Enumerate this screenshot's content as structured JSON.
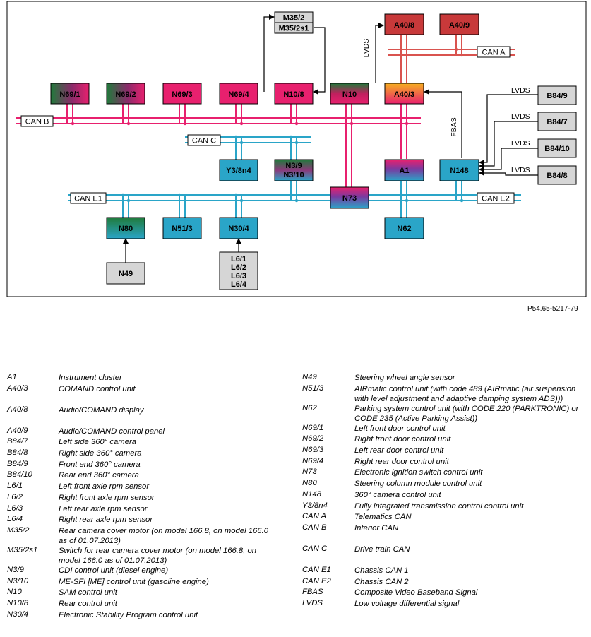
{
  "figure_id": "P54.65-5217-79",
  "colors": {
    "can_b": "#e8206e",
    "can_a": "#d9534f",
    "can_c": "#2aa5c8",
    "can_e": "#2aa5c8",
    "frame": "#000000"
  },
  "buses": {
    "can_a": "CAN A",
    "can_b": "CAN B",
    "can_c": "CAN C",
    "can_e1": "CAN E1",
    "can_e2": "CAN E2"
  },
  "signals": {
    "lvds_vertical": "LVDS",
    "fbas": "FBAS",
    "lvds_1": "LVDS",
    "lvds_2": "LVDS",
    "lvds_3": "LVDS",
    "lvds_4": "LVDS"
  },
  "nodes": {
    "n69_1": "N69/1",
    "n69_2": "N69/2",
    "n69_3": "N69/3",
    "n69_4": "N69/4",
    "n10_8": "N10/8",
    "n10": "N10",
    "a40_3": "A40/3",
    "a40_8": "A40/8",
    "a40_9": "A40/9",
    "m35_2": "M35/2",
    "m35_2s1": "M35/2s1",
    "y3_8n4": "Y3/8n4",
    "n3_9": "N3/9",
    "n3_10": "N3/10",
    "a1": "A1",
    "n148": "N148",
    "n73": "N73",
    "n80": "N80",
    "n51_3": "N51/3",
    "n30_4": "N30/4",
    "n62": "N62",
    "n49": "N49",
    "l6_1": "L6/1",
    "l6_2": "L6/2",
    "l6_3": "L6/3",
    "l6_4": "L6/4",
    "b84_9": "B84/9",
    "b84_7": "B84/7",
    "b84_10": "B84/10",
    "b84_8": "B84/8"
  },
  "legend": {
    "left": [
      {
        "code": "A1",
        "desc": "Instrument cluster"
      },
      {
        "code": "A40/3",
        "desc": "COMAND control unit",
        "gap": 30
      },
      {
        "code": "A40/8",
        "desc": "Audio/COMAND display",
        "gap": 30
      },
      {
        "code": "A40/9",
        "desc": "Audio/COMAND control panel"
      },
      {
        "code": "B84/7",
        "desc": "Left side 360° camera"
      },
      {
        "code": "B84/8",
        "desc": "Right side 360° camera"
      },
      {
        "code": "B84/9",
        "desc": "Front end 360° camera"
      },
      {
        "code": "B84/10",
        "desc": "Rear end 360° camera"
      },
      {
        "code": "L6/1",
        "desc": "Left front axle rpm sensor"
      },
      {
        "code": "L6/2",
        "desc": "Right front axle rpm sensor"
      },
      {
        "code": "L6/3",
        "desc": "Left rear axle rpm sensor"
      },
      {
        "code": "L6/4",
        "desc": "Right rear axle rpm sensor"
      },
      {
        "code": "M35/2",
        "desc": "Rear camera cover motor (on model 166.8, on model 166.0 as of 01.07.2013)"
      },
      {
        "code": "M35/2s1",
        "desc": "Switch for rear camera cover motor (on model 166.8, on model 166.0 as of 01.07.2013)"
      },
      {
        "code": "N3/9",
        "desc": "CDI control unit (diesel engine)"
      },
      {
        "code": "N3/10",
        "desc": "ME-SFI [ME] control unit (gasoline engine)"
      },
      {
        "code": "N10",
        "desc": "SAM control unit"
      },
      {
        "code": "N10/8",
        "desc": "Rear control unit"
      },
      {
        "code": "N30/4",
        "desc": "Electronic Stability Program control unit"
      }
    ],
    "right": [
      {
        "code": "N49",
        "desc": "Steering wheel angle sensor"
      },
      {
        "code": "N51/3",
        "desc": "AIRmatic control unit (with code 489 (AIRmatic (air suspension with level adjustment and adaptive damping system ADS)))"
      },
      {
        "code": "N62",
        "desc": "Parking system control unit (with CODE 220 (PARKTRONIC) or CODE 235 (Active Parking Assist))"
      },
      {
        "code": "N69/1",
        "desc": "Left front door control unit"
      },
      {
        "code": "N69/2",
        "desc": "Right front door control unit"
      },
      {
        "code": "N69/3",
        "desc": "Left rear door control unit"
      },
      {
        "code": "N69/4",
        "desc": "Right rear door control unit"
      },
      {
        "code": "N73",
        "desc": "Electronic ignition switch control unit"
      },
      {
        "code": "N80",
        "desc": "Steering column module control unit"
      },
      {
        "code": "N148",
        "desc": "360° camera control unit"
      },
      {
        "code": "Y3/8n4",
        "desc": "Fully integrated transmission control control unit"
      },
      {
        "code": "CAN A",
        "desc": "Telematics CAN"
      },
      {
        "code": "CAN B",
        "desc": "Interior CAN",
        "gap": 30
      },
      {
        "code": "CAN C",
        "desc": "Drive train CAN",
        "gap": 30
      },
      {
        "code": "CAN E1",
        "desc": "Chassis CAN 1"
      },
      {
        "code": "CAN E2",
        "desc": "Chassis CAN 2"
      },
      {
        "code": "FBAS",
        "desc": "Composite Video Baseband Signal"
      },
      {
        "code": "LVDS",
        "desc": "Low voltage differential signal"
      }
    ]
  }
}
